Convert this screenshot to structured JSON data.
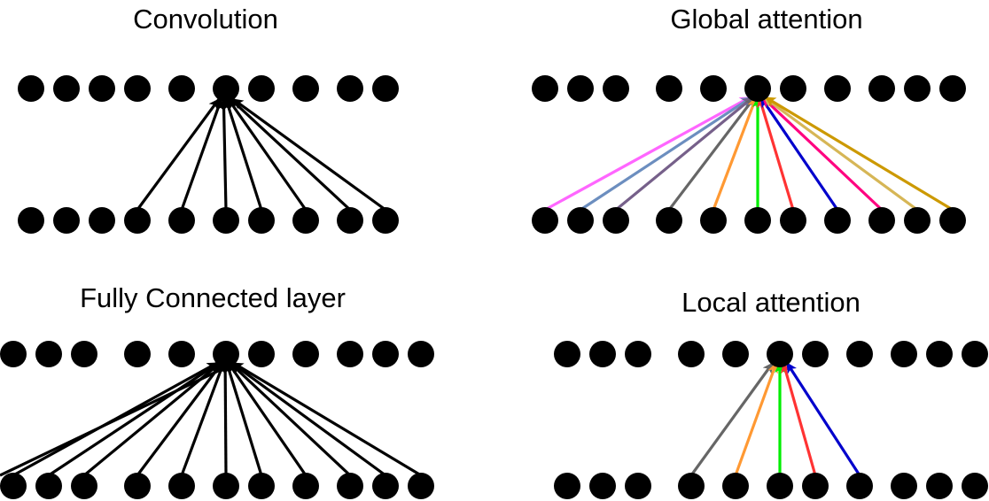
{
  "panels": {
    "convolution": {
      "title": "Convolution",
      "edges": [
        {
          "from": 3,
          "to": 5,
          "color": "#000000"
        },
        {
          "from": 4,
          "to": 5,
          "color": "#000000"
        },
        {
          "from": 5,
          "to": 5,
          "color": "#000000"
        },
        {
          "from": 6,
          "to": 5,
          "color": "#000000"
        },
        {
          "from": 7,
          "to": 5,
          "color": "#000000"
        },
        {
          "from": 8,
          "to": 5,
          "color": "#000000"
        },
        {
          "from": 9,
          "to": 5,
          "color": "#000000"
        }
      ]
    },
    "global_attention": {
      "title": "Global attention",
      "edges": [
        {
          "from": 0,
          "to": 5,
          "color": "#ff66ff"
        },
        {
          "from": 1,
          "to": 5,
          "color": "#6c8ebf"
        },
        {
          "from": 2,
          "to": 5,
          "color": "#76608a"
        },
        {
          "from": 3,
          "to": 5,
          "color": "#666666"
        },
        {
          "from": 4,
          "to": 5,
          "color": "#ff9933"
        },
        {
          "from": 5,
          "to": 5,
          "color": "#00ee00"
        },
        {
          "from": 6,
          "to": 5,
          "color": "#ff3333"
        },
        {
          "from": 7,
          "to": 5,
          "color": "#0000cc"
        },
        {
          "from": 8,
          "to": 5,
          "color": "#ff0080"
        },
        {
          "from": 9,
          "to": 5,
          "color": "#d6b656"
        },
        {
          "from": 10,
          "to": 5,
          "color": "#cc9900"
        }
      ]
    },
    "fully_connected": {
      "title": "Fully Connected layer",
      "edges": [
        {
          "from": 0,
          "to": 6,
          "color": "#000000"
        },
        {
          "from": 1,
          "to": 6,
          "color": "#000000"
        },
        {
          "from": 2,
          "to": 6,
          "color": "#000000"
        },
        {
          "from": 3,
          "to": 6,
          "color": "#000000"
        },
        {
          "from": 4,
          "to": 6,
          "color": "#000000"
        },
        {
          "from": 5,
          "to": 6,
          "color": "#000000"
        },
        {
          "from": 6,
          "to": 6,
          "color": "#000000"
        },
        {
          "from": 7,
          "to": 6,
          "color": "#000000"
        },
        {
          "from": 8,
          "to": 6,
          "color": "#000000"
        },
        {
          "from": 9,
          "to": 6,
          "color": "#000000"
        },
        {
          "from": 10,
          "to": 6,
          "color": "#000000"
        },
        {
          "from": 11,
          "to": 6,
          "color": "#000000"
        }
      ]
    },
    "local_attention": {
      "title": "Local attention",
      "edges": [
        {
          "from": 3,
          "to": 5,
          "color": "#666666"
        },
        {
          "from": 4,
          "to": 5,
          "color": "#ff9933"
        },
        {
          "from": 5,
          "to": 5,
          "color": "#00ee00"
        },
        {
          "from": 6,
          "to": 5,
          "color": "#ff3333"
        },
        {
          "from": 7,
          "to": 5,
          "color": "#0000cc"
        }
      ]
    }
  }
}
